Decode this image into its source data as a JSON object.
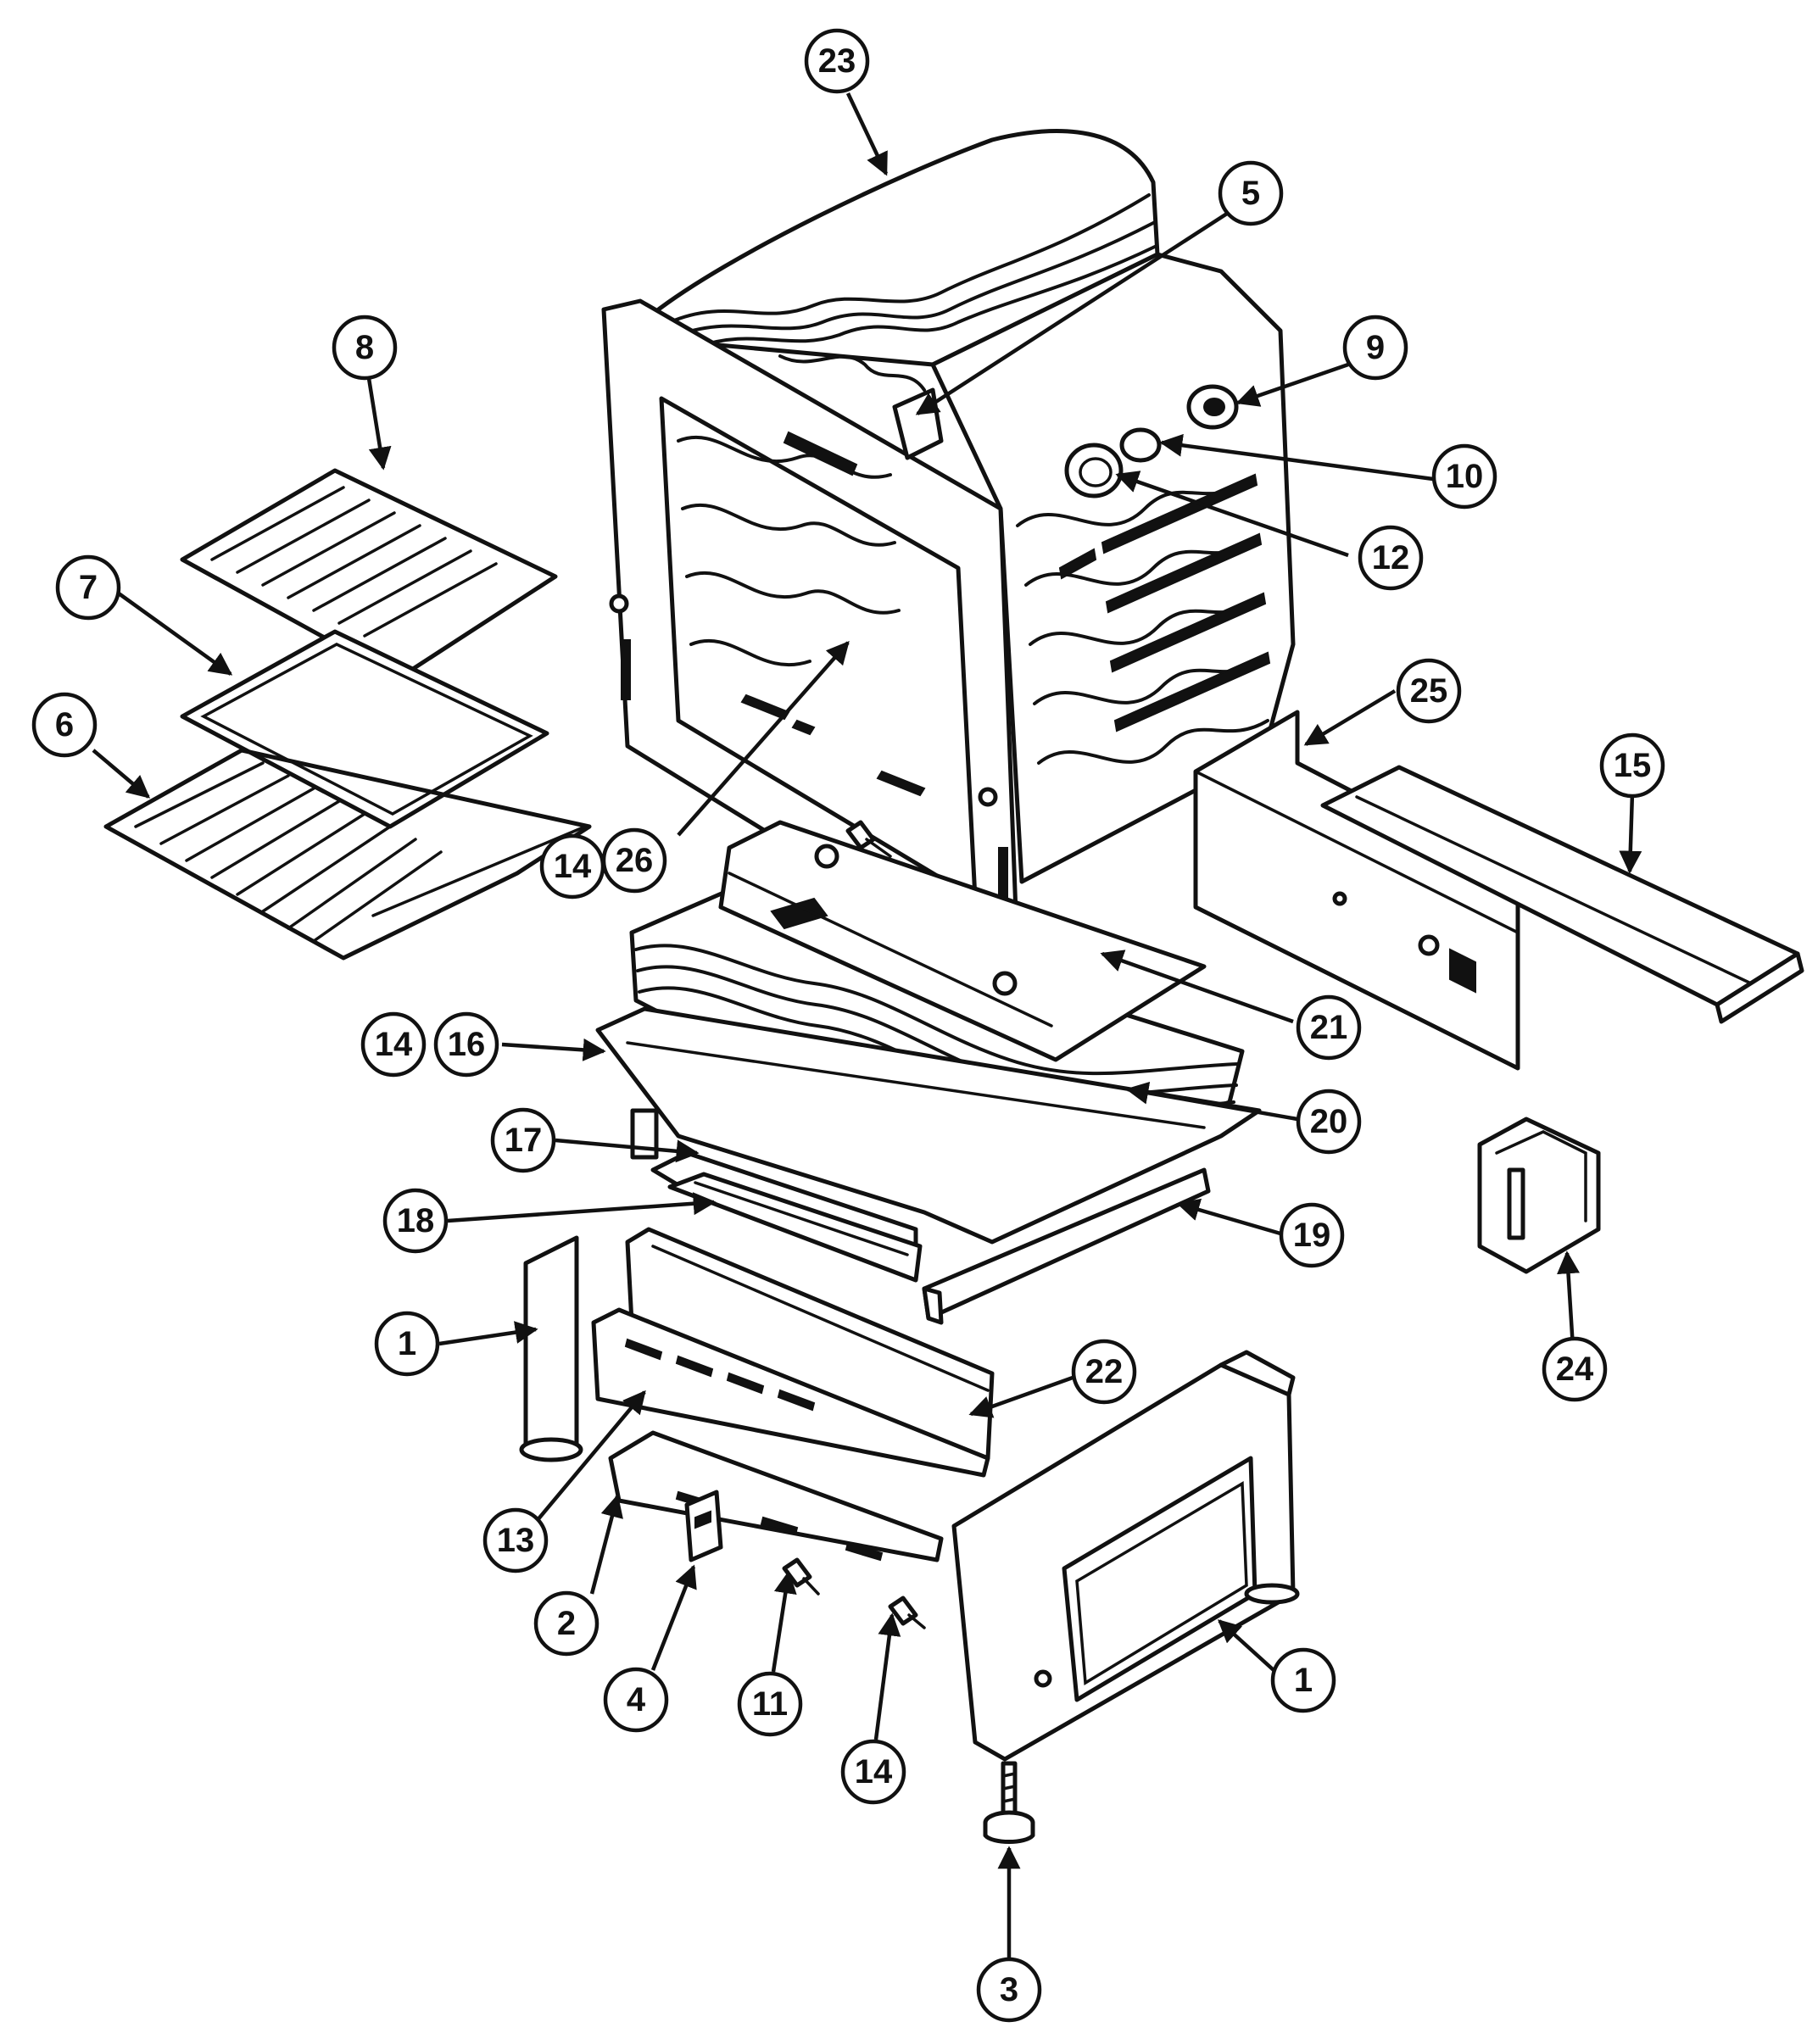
{
  "diagram": {
    "colors": {
      "line": "#111111",
      "background": "#ffffff"
    },
    "callouts": [
      {
        "label": "23"
      },
      {
        "label": "5"
      },
      {
        "label": "8"
      },
      {
        "label": "9"
      },
      {
        "label": "10"
      },
      {
        "label": "12"
      },
      {
        "label": "7"
      },
      {
        "label": "6"
      },
      {
        "label": "25"
      },
      {
        "label": "15"
      },
      {
        "label": "14"
      },
      {
        "label": "26"
      },
      {
        "label": "21"
      },
      {
        "label": "14"
      },
      {
        "label": "16"
      },
      {
        "label": "20"
      },
      {
        "label": "17"
      },
      {
        "label": "18"
      },
      {
        "label": "19"
      },
      {
        "label": "24"
      },
      {
        "label": "1"
      },
      {
        "label": "22"
      },
      {
        "label": "13"
      },
      {
        "label": "2"
      },
      {
        "label": "4"
      },
      {
        "label": "11"
      },
      {
        "label": "14"
      },
      {
        "label": "1"
      },
      {
        "label": "3"
      }
    ]
  }
}
